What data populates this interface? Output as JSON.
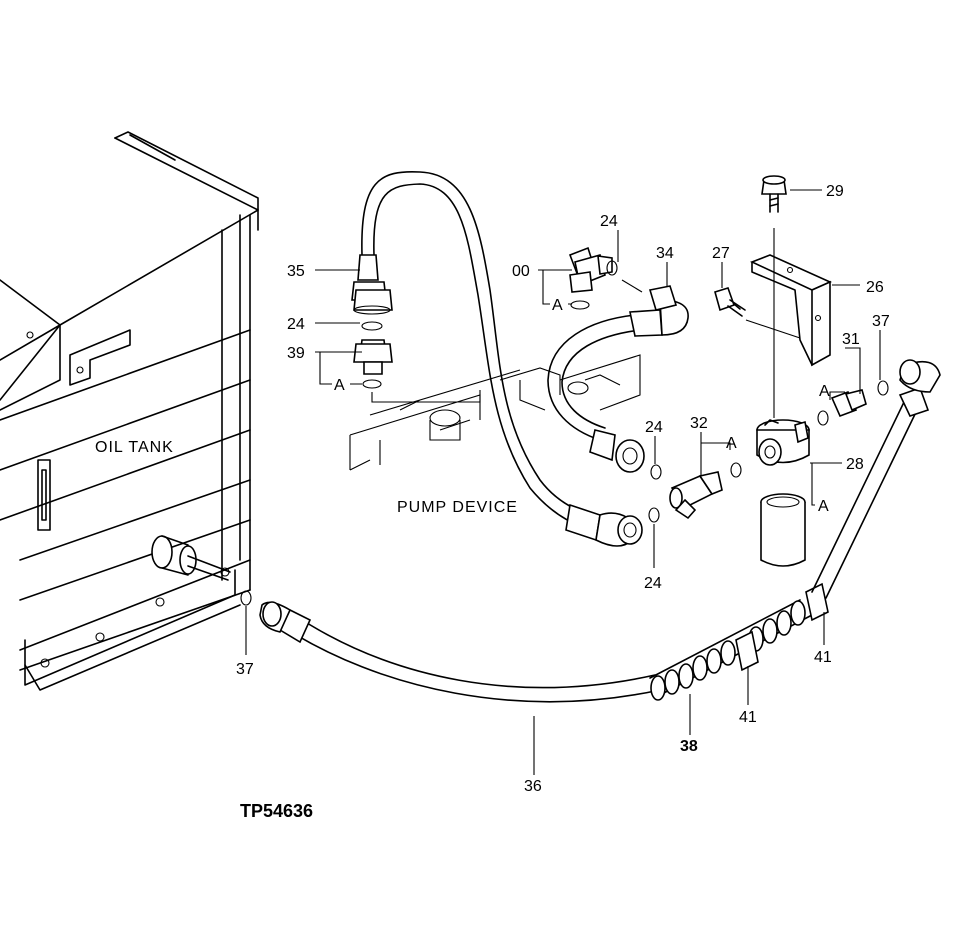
{
  "drawing_number": "TP54636",
  "area_labels": {
    "oil_tank": "OIL TANK",
    "pump_device": "PUMP DEVICE"
  },
  "callouts": {
    "c24_top": "24",
    "c34": "34",
    "c27": "27",
    "c29": "29",
    "c26": "26",
    "c00": "00",
    "c00_a": "A",
    "c35": "35",
    "c24_left": "24",
    "c39": "39",
    "c39_a": "A",
    "c31": "31",
    "c31_a": "A",
    "c37_right": "37",
    "c24_mid": "24",
    "c32": "32",
    "c32_a": "A",
    "c28": "28",
    "c28_a": "A",
    "c24_low": "24",
    "c37_left": "37",
    "c41_right": "41",
    "c41_mid": "41",
    "c38": "38",
    "c36": "36"
  }
}
